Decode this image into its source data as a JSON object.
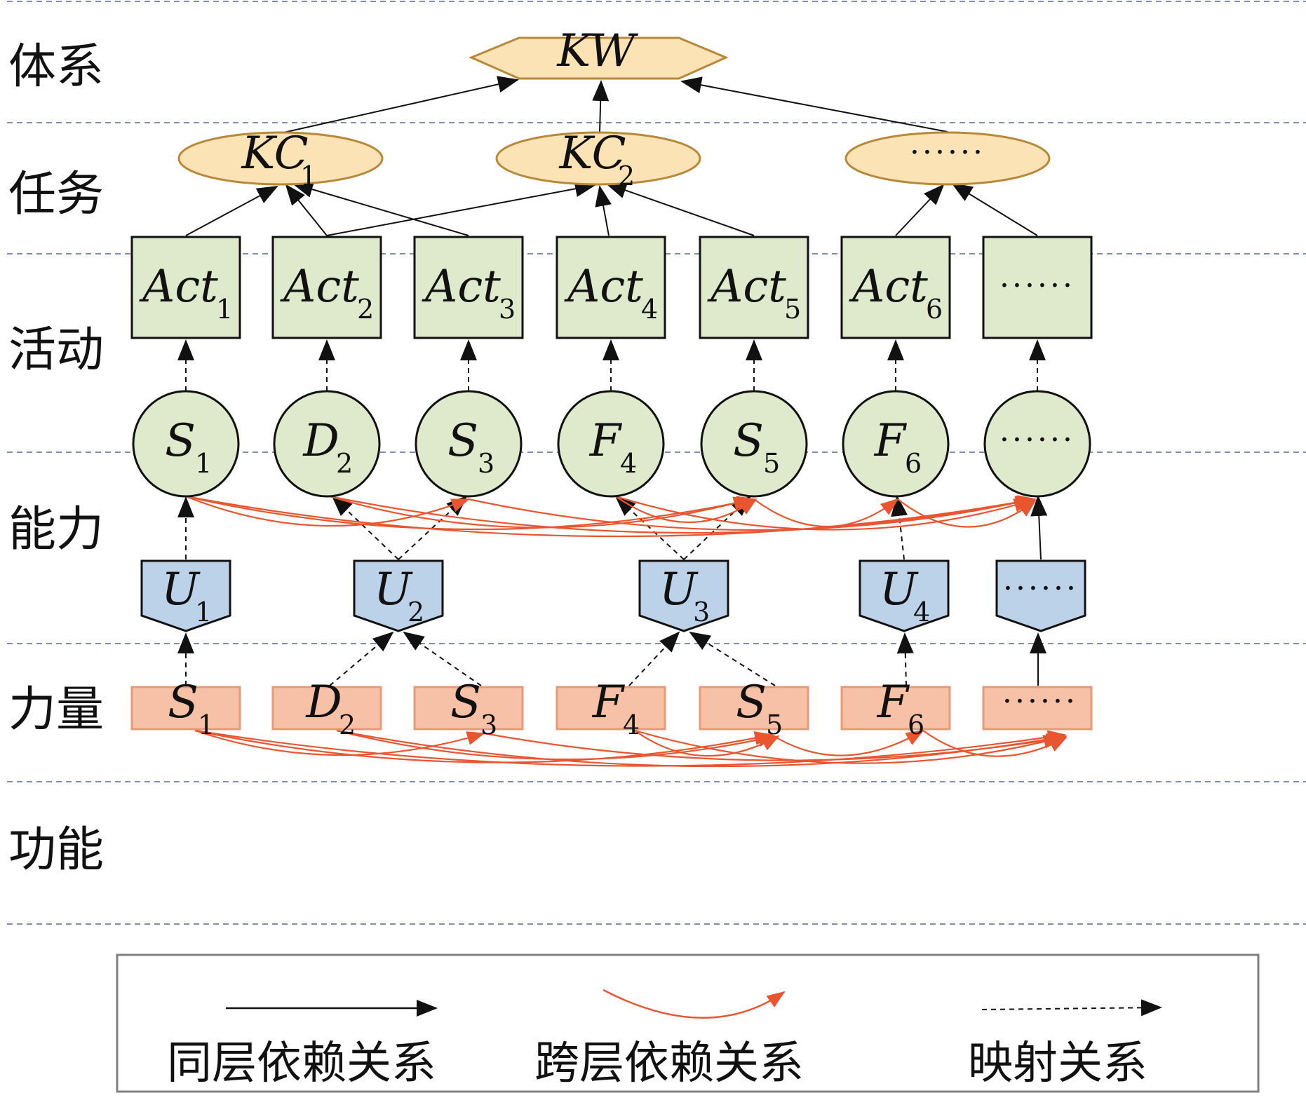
{
  "layers": [
    "体系",
    "任务",
    "活动",
    "能力",
    "力量",
    "功能"
  ],
  "system": {
    "label": "KW",
    "sub": ""
  },
  "tasks": [
    {
      "label": "KC",
      "sub": "1"
    },
    {
      "label": "KC",
      "sub": "2"
    },
    {
      "label": "······",
      "sub": ""
    }
  ],
  "activities": [
    {
      "label": "Act",
      "sub": "1"
    },
    {
      "label": "Act",
      "sub": "2"
    },
    {
      "label": "Act",
      "sub": "3"
    },
    {
      "label": "Act",
      "sub": "4"
    },
    {
      "label": "Act",
      "sub": "5"
    },
    {
      "label": "Act",
      "sub": "6"
    },
    {
      "label": "······",
      "sub": ""
    }
  ],
  "capabilities": [
    {
      "label": "S",
      "sub": "1"
    },
    {
      "label": "D",
      "sub": "2"
    },
    {
      "label": "S",
      "sub": "3"
    },
    {
      "label": "F",
      "sub": "4"
    },
    {
      "label": "S",
      "sub": "5"
    },
    {
      "label": "F",
      "sub": "6"
    },
    {
      "label": "······",
      "sub": ""
    }
  ],
  "forces": [
    {
      "label": "U",
      "sub": "1"
    },
    {
      "label": "U",
      "sub": "2"
    },
    {
      "label": "U",
      "sub": "3"
    },
    {
      "label": "U",
      "sub": "4"
    },
    {
      "label": "······",
      "sub": ""
    }
  ],
  "functions": [
    {
      "label": "S",
      "sub": "1"
    },
    {
      "label": "D",
      "sub": "2"
    },
    {
      "label": "S",
      "sub": "3"
    },
    {
      "label": "F",
      "sub": "4"
    },
    {
      "label": "S",
      "sub": "5"
    },
    {
      "label": "F",
      "sub": "6"
    },
    {
      "label": "······",
      "sub": ""
    }
  ],
  "legend": {
    "same_layer": "同层依赖关系",
    "cross_layer": "跨层依赖关系",
    "mapping": "映射关系"
  },
  "colors": {
    "system_fill": "#fbe3b6",
    "system_stroke": "#b8893a",
    "task_fill": "#fbe3b6",
    "task_stroke": "#b8893a",
    "activity_fill": "#dfeacd",
    "capability_fill": "#dfeacd",
    "force_fill": "#bcd2e8",
    "function_fill": "#f6c1a6",
    "function_stroke": "#e89a78",
    "cross_arrow": "#e8552f"
  }
}
